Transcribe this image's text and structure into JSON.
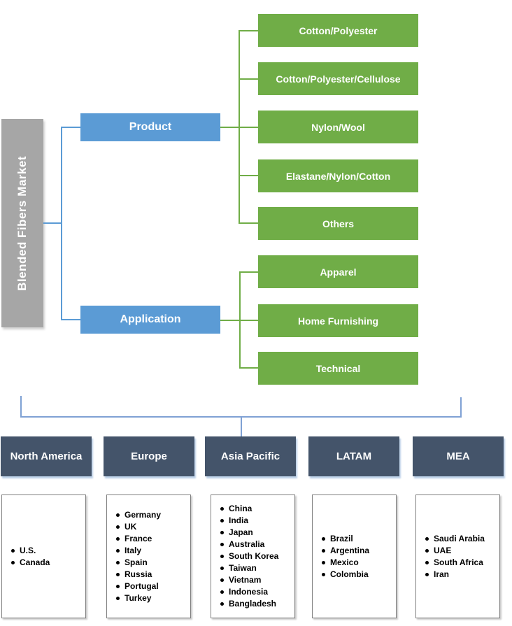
{
  "root": {
    "label": "Blended Fibers Market"
  },
  "segments": {
    "product": {
      "label": "Product",
      "items": [
        "Cotton/Polyester",
        "Cotton/Polyester/Cellulose",
        "Nylon/Wool",
        "Elastane/Nylon/Cotton",
        "Others"
      ]
    },
    "application": {
      "label": "Application",
      "items": [
        "Apparel",
        "Home Furnishing",
        "Technical"
      ]
    }
  },
  "regions": [
    {
      "label": "North America",
      "countries": [
        "U.S.",
        "Canada"
      ]
    },
    {
      "label": "Europe",
      "countries": [
        "Germany",
        "UK",
        "France",
        "Italy",
        "Spain",
        "Russia",
        "Portugal",
        "Turkey"
      ]
    },
    {
      "label": "Asia Pacific",
      "countries": [
        "China",
        "India",
        "Japan",
        "Australia",
        "South Korea",
        "Taiwan",
        "Vietnam",
        "Indonesia",
        "Bangladesh"
      ]
    },
    {
      "label": "LATAM",
      "countries": [
        "Brazil",
        "Argentina",
        "Mexico",
        "Colombia"
      ]
    },
    {
      "label": "MEA",
      "countries": [
        "Saudi Arabia",
        "UAE",
        "South Africa",
        "Iran"
      ]
    }
  ],
  "colors": {
    "root_gray": "#A6A6A6",
    "segment_blue": "#5B9BD5",
    "item_green": "#70AD47",
    "region_dark": "#44546A",
    "bracket_blue": "#7FA1D4"
  }
}
